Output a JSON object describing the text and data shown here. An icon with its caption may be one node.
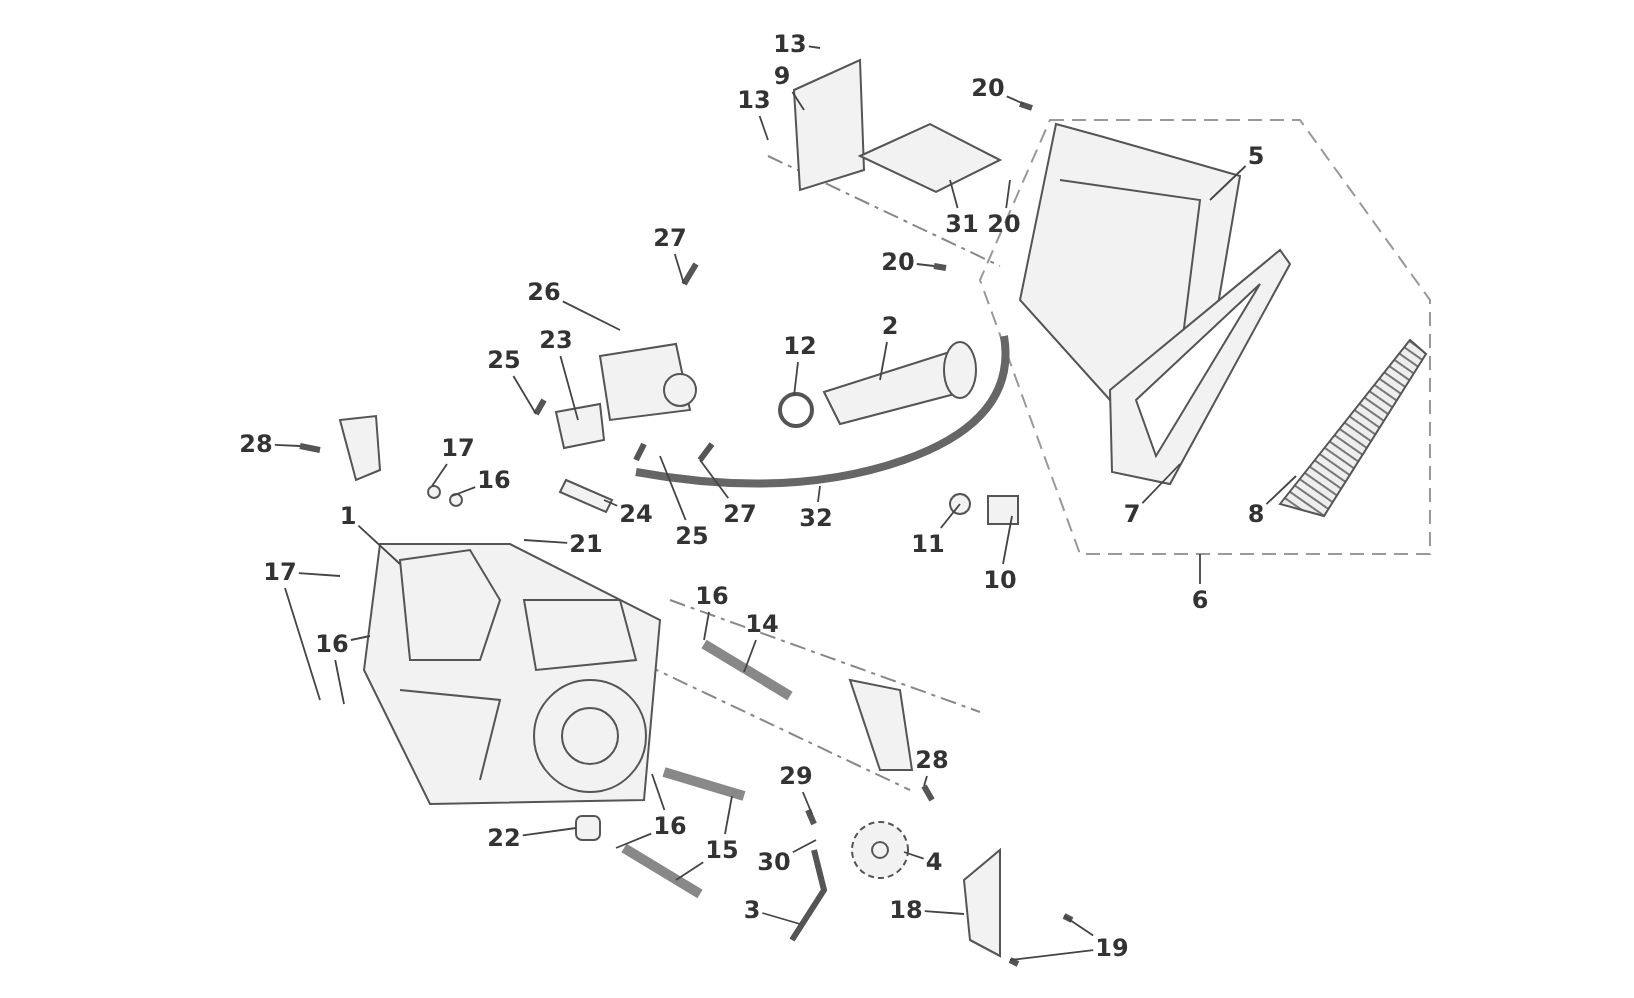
{
  "diagram": {
    "nodes": [
      {
        "text": [
          "13"
        ]
      },
      {
        "text": [
          "9"
        ]
      },
      {
        "text": [
          "20"
        ]
      },
      {
        "text": [
          "13"
        ]
      },
      {
        "text": [
          "5"
        ]
      },
      {
        "text": [
          "27"
        ]
      },
      {
        "text": [
          "31"
        ]
      },
      {
        "text": [
          "20"
        ]
      },
      {
        "text": [
          "20"
        ]
      },
      {
        "text": [
          "26"
        ]
      },
      {
        "text": [
          "2"
        ]
      },
      {
        "text": [
          "23"
        ]
      },
      {
        "text": [
          "12"
        ]
      },
      {
        "text": [
          "25"
        ]
      },
      {
        "text": [
          "28"
        ]
      },
      {
        "text": [
          "17"
        ]
      },
      {
        "text": [
          "16"
        ]
      },
      {
        "text": [
          "7"
        ]
      },
      {
        "text": [
          "8"
        ]
      },
      {
        "text": [
          "24"
        ]
      },
      {
        "text": [
          "1"
        ]
      },
      {
        "text": [
          "32"
        ]
      },
      {
        "text": [
          "27"
        ]
      },
      {
        "text": [
          "25"
        ]
      },
      {
        "text": [
          "21"
        ]
      },
      {
        "text": [
          "11"
        ]
      },
      {
        "text": [
          "10"
        ]
      },
      {
        "text": [
          "6"
        ]
      },
      {
        "text": [
          "17"
        ]
      },
      {
        "text": [
          "16"
        ]
      },
      {
        "text": [
          "14"
        ]
      },
      {
        "text": [
          "16"
        ]
      },
      {
        "text": [
          "28"
        ]
      },
      {
        "text": [
          "29"
        ]
      },
      {
        "text": [
          "22"
        ]
      },
      {
        "text": [
          "16"
        ]
      },
      {
        "text": [
          "15"
        ]
      },
      {
        "text": [
          "30"
        ]
      },
      {
        "text": [
          "4"
        ]
      },
      {
        "text": [
          "18"
        ]
      },
      {
        "text": [
          "3"
        ]
      },
      {
        "text": [
          "19"
        ]
      }
    ],
    "edges": [
      {
        "from": 0,
        "to": null,
        "arrow": "none"
      },
      {
        "from": 1,
        "to": null,
        "arrow": "none"
      },
      {
        "from": 2,
        "to": null,
        "arrow": "none"
      },
      {
        "from": 3,
        "to": null,
        "arrow": "none"
      },
      {
        "from": 4,
        "to": null,
        "arrow": "none"
      },
      {
        "from": 5,
        "to": null,
        "arrow": "none"
      },
      {
        "from": 6,
        "to": null,
        "arrow": "none"
      },
      {
        "from": 7,
        "to": null,
        "arrow": "none"
      },
      {
        "from": 8,
        "to": null,
        "arrow": "none"
      },
      {
        "from": 9,
        "to": null,
        "arrow": "none"
      },
      {
        "from": 10,
        "to": null,
        "arrow": "none"
      },
      {
        "from": 11,
        "to": null,
        "arrow": "none"
      },
      {
        "from": 12,
        "to": null,
        "arrow": "none"
      },
      {
        "from": 13,
        "to": null,
        "arrow": "none"
      },
      {
        "from": 14,
        "to": null,
        "arrow": "none"
      },
      {
        "from": 15,
        "to": null,
        "arrow": "none"
      },
      {
        "from": 16,
        "to": null,
        "arrow": "none"
      },
      {
        "from": 17,
        "to": null,
        "arrow": "none"
      },
      {
        "from": 18,
        "to": null,
        "arrow": "none"
      },
      {
        "from": 19,
        "to": null,
        "arrow": "none"
      },
      {
        "from": 20,
        "to": null,
        "arrow": "none"
      },
      {
        "from": 21,
        "to": null,
        "arrow": "none"
      },
      {
        "from": 22,
        "to": null,
        "arrow": "none"
      },
      {
        "from": 23,
        "to": null,
        "arrow": "none"
      },
      {
        "from": 24,
        "to": null,
        "arrow": "none"
      },
      {
        "from": 25,
        "to": null,
        "arrow": "none"
      },
      {
        "from": 26,
        "to": null,
        "arrow": "none"
      },
      {
        "from": 27,
        "to": null,
        "arrow": "none"
      },
      {
        "from": 28,
        "to": null,
        "arrow": "none"
      },
      {
        "from": 28,
        "to": null,
        "arrow": "none"
      },
      {
        "from": 29,
        "to": null,
        "arrow": "none"
      },
      {
        "from": 30,
        "to": null,
        "arrow": "none"
      },
      {
        "from": 31,
        "to": null,
        "arrow": "none"
      },
      {
        "from": 31,
        "to": null,
        "arrow": "none"
      },
      {
        "from": 32,
        "to": null,
        "arrow": "none"
      },
      {
        "from": 33,
        "to": null,
        "arrow": "none"
      },
      {
        "from": 34,
        "to": null,
        "arrow": "none"
      },
      {
        "from": 35,
        "to": null,
        "arrow": "none"
      },
      {
        "from": 35,
        "to": null,
        "arrow": "none"
      },
      {
        "from": 36,
        "to": null,
        "arrow": "none"
      },
      {
        "from": 36,
        "to": null,
        "arrow": "none"
      },
      {
        "from": 37,
        "to": null,
        "arrow": "none"
      },
      {
        "from": 38,
        "to": null,
        "arrow": "none"
      },
      {
        "from": 39,
        "to": null,
        "arrow": "none"
      },
      {
        "from": 40,
        "to": null,
        "arrow": "none"
      },
      {
        "from": 41,
        "to": null,
        "arrow": "none"
      },
      {
        "from": 41,
        "to": null,
        "arrow": "none"
      }
    ]
  }
}
